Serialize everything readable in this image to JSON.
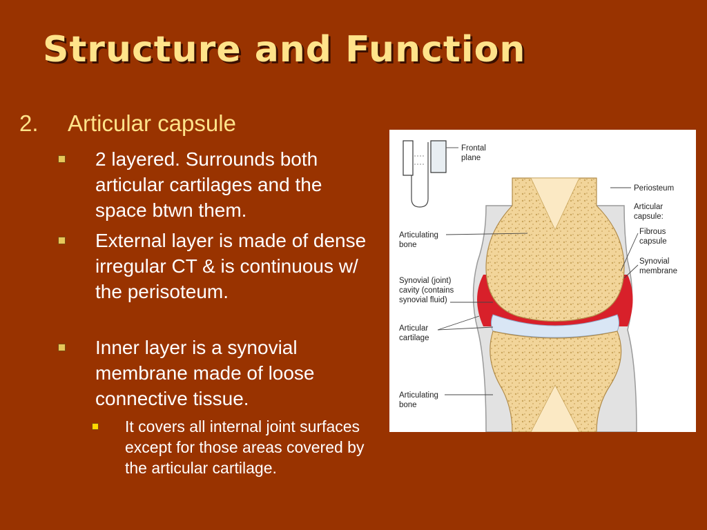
{
  "slide": {
    "title": "Structure and Function",
    "heading_number": "2.",
    "heading_text": "Articular capsule",
    "bullets": [
      {
        "text": "2 layered. Surrounds both articular cartilages and the space btwn them."
      },
      {
        "text": "External layer is made of dense irregular CT & is continuous w/ the perisoteum."
      },
      {
        "text": "Inner layer is a synovial membrane made of loose connective tissue."
      }
    ],
    "sub_bullet": "It covers all internal joint surfaces except for those areas covered by the articular cartilage."
  },
  "figure": {
    "labels": {
      "frontal_1": "Frontal",
      "frontal_2": "plane",
      "periosteum": "Periosteum",
      "capsule_1": "Articular",
      "capsule_2": "capsule:",
      "fibrous_1": "Fibrous",
      "fibrous_2": "capsule",
      "synovial_1": "Synovial",
      "synovial_2": "membrane",
      "art_bone_top_1": "Articulating",
      "art_bone_top_2": "bone",
      "cavity_1": "Synovial (joint)",
      "cavity_2": "cavity (contains",
      "cavity_3": "synovial fluid)",
      "cartilage_1": "Articular",
      "cartilage_2": "cartilage",
      "art_bone_bot_1": "Articulating",
      "art_bone_bot_2": "bone"
    }
  },
  "colors": {
    "background": "#993300",
    "title": "#ffe38a",
    "heading": "#ffe38a",
    "body_text": "#ffffff",
    "bone": "#f2d59a",
    "synovial": "#d8202a",
    "cartilage": "#d9e6f5"
  }
}
